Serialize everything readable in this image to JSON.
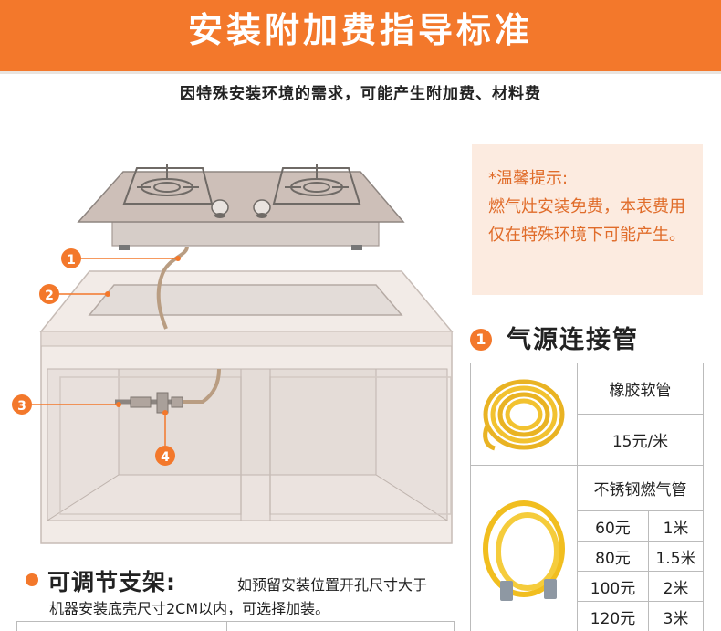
{
  "header": {
    "title": "安装附加费指导标准"
  },
  "subtitle": "因特殊安装环境的需求，可能产生附加费、材料费",
  "tip": {
    "label": "*温馨提示:",
    "body": "燃气灶安装免费，本表费用仅在特殊环境下可能产生。"
  },
  "diagram": {
    "markers": [
      "1",
      "2",
      "3",
      "4"
    ]
  },
  "section_gas": {
    "number": "1",
    "title": "气源连接管"
  },
  "pricing": {
    "rubber_hose": {
      "name": "橡胶软管",
      "price": "15元/米"
    },
    "steel_hose": {
      "name": "不锈钢燃气管",
      "rows": [
        {
          "price": "60元",
          "length": "1米"
        },
        {
          "price": "80元",
          "length": "1.5米"
        },
        {
          "price": "100元",
          "length": "2米"
        },
        {
          "price": "120元",
          "length": "3米"
        }
      ]
    }
  },
  "section_stand": {
    "title": "可调节支架",
    "desc_a": "如预留安装位置开孔尺寸大于",
    "desc_b": "机器安装底壳尺寸2CM以内，可选择加装。"
  },
  "colors": {
    "accent": "#f3782b",
    "tip_bg": "#fcebe0",
    "tip_text": "#e06c2a",
    "hose_yellow": "#f2c230"
  }
}
